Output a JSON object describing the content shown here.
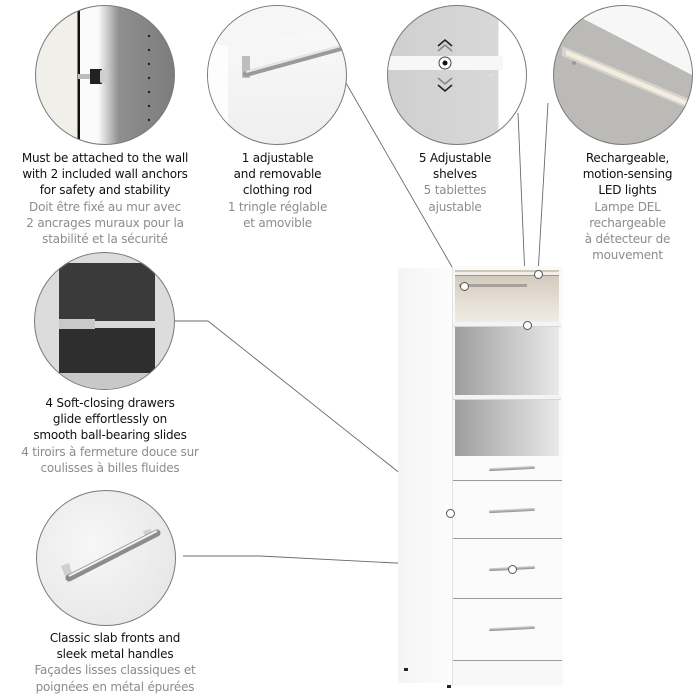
{
  "features": [
    {
      "id": "wall-anchor",
      "en": [
        "Must be attached to the wall",
        "with 2 included wall anchors",
        "for safety and stability"
      ],
      "fr": [
        "Doit être fixé au mur avec",
        "2 ancrages muraux pour la",
        "stabilité et la sécurité"
      ]
    },
    {
      "id": "clothing-rod",
      "en": [
        "1 adjustable",
        "and removable",
        "clothing rod"
      ],
      "fr": [
        "1 tringle réglable",
        "et amovible"
      ]
    },
    {
      "id": "adjustable-shelves",
      "en": [
        "5 Adjustable",
        "shelves"
      ],
      "fr": [
        "5 tablettes",
        "ajustable"
      ]
    },
    {
      "id": "led-lights",
      "en": [
        "Rechargeable,",
        "motion-sensing",
        "LED lights"
      ],
      "fr": [
        "Lampe DEL",
        "rechargeable",
        "à détecteur de",
        "mouvement"
      ]
    },
    {
      "id": "soft-close-drawers",
      "en": [
        "4 Soft-closing drawers",
        "glide effortlessly on",
        "smooth ball-bearing slides"
      ],
      "fr": [
        "4 tiroirs à fermeture douce sur",
        "coulisses à billes fluides"
      ]
    },
    {
      "id": "metal-handles",
      "en": [
        "Classic slab fronts and",
        "sleek metal handles"
      ],
      "fr": [
        "Façades lisses classiques et",
        "poignées en métal épurées"
      ]
    }
  ],
  "colors": {
    "primary_text": "#111111",
    "secondary_text": "#8c8c8c",
    "callout_line": "#6b6b6b",
    "cabinet": "#fafafa",
    "led_glow": "#e9e1d6",
    "drawer_interior": "#3a3a3a"
  },
  "product": {
    "drawer_count": 4,
    "open_cubbies": 3
  }
}
